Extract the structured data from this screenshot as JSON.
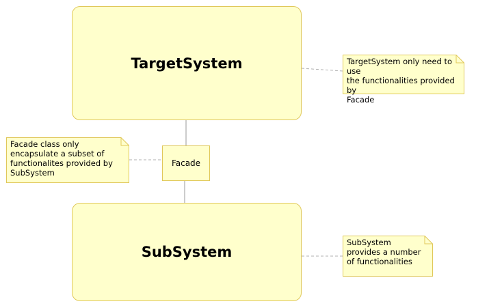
{
  "diagram": {
    "target_system": {
      "label": "TargetSystem"
    },
    "sub_system": {
      "label": "SubSystem"
    },
    "facade": {
      "label": "Facade"
    },
    "notes": {
      "target": {
        "text": "TargetSystem only need to use\nthe functionalities provided by\nFacade"
      },
      "facade": {
        "text": "Facade class only\nencapsulate  a subset of\nfunctionalites provided by\nSubSystem"
      },
      "sub": {
        "text": "SubSystem\nprovides a number\nof functionalities"
      }
    },
    "colors": {
      "fill": "#ffffcc",
      "border": "#e0c85a",
      "connector": "#999999",
      "dashed_connector": "#b0b0b0"
    }
  }
}
